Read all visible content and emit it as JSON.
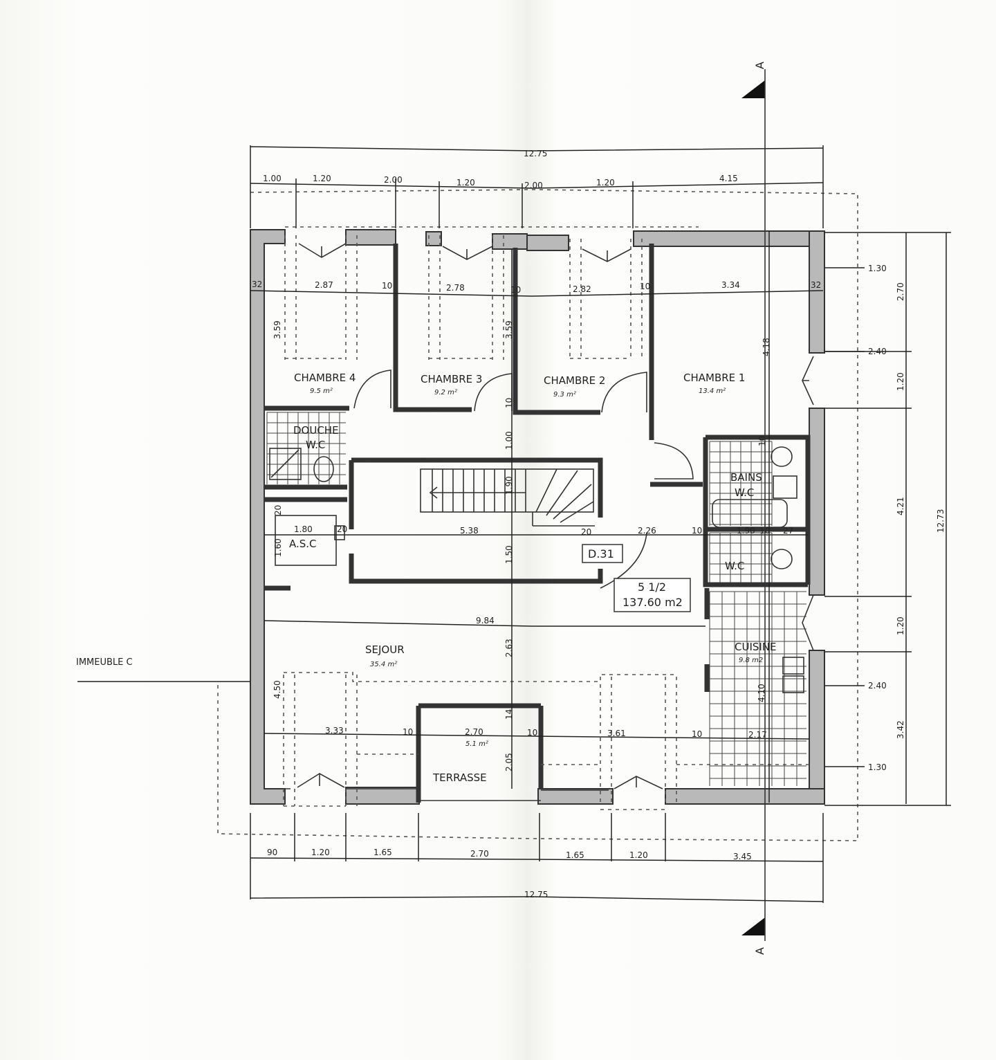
{
  "rooms": [
    {
      "name": "CHAMBRE 4",
      "area": "9.5 m²"
    },
    {
      "name": "CHAMBRE 3",
      "area": "9.2 m²"
    },
    {
      "name": "CHAMBRE 2",
      "area": "9.3 m²"
    },
    {
      "name": "CHAMBRE 1",
      "area": "13.4 m²"
    },
    {
      "name": "DOUCHE",
      "name2": "W.C"
    },
    {
      "name": "A.S.C"
    },
    {
      "name": "BAINS",
      "name2": "W.C"
    },
    {
      "name": "W.C"
    },
    {
      "name": "SEJOUR",
      "area": "35.4 m²"
    },
    {
      "name": "CUISINE",
      "area": "9.8 m2"
    },
    {
      "name": "TERRASSE",
      "area": "5.1 m²"
    }
  ],
  "apartment": {
    "code": "D.31",
    "type": "5 1/2",
    "area": "137.60 m2"
  },
  "building_label": "IMMEUBLE C",
  "section_marker": "A",
  "dims_top_total": "12.75",
  "dims_top": [
    "1.00",
    "1.20",
    "2.00",
    "1.20",
    "2.00",
    "1.20",
    "4.15"
  ],
  "dims_bottom_total": "12.75",
  "dims_bottom": [
    "90",
    "1.20",
    "1.65",
    "2.70",
    "1.65",
    "1.20",
    "3.45"
  ],
  "dims_right_total": "12.73",
  "dims_right": [
    "2.70",
    "1.20",
    "4.21",
    "1.20",
    "3.42"
  ],
  "dims_right_marks": [
    "1.30",
    "2.40",
    "2.40",
    "1.30"
  ],
  "dims_inner_top": [
    "32",
    "2.87",
    "10",
    "2.78",
    "10",
    "2.82",
    "10",
    "3.34",
    "32"
  ],
  "dims_inner_mid": [
    "1.80",
    "20",
    "5.38",
    "20",
    "2.26",
    "10",
    "1.90",
    "10",
    "27"
  ],
  "dims_inner_low": [
    "3.33",
    "10",
    "2.70",
    "10",
    "3.61",
    "10",
    "2.17"
  ],
  "dims_inner_row2": [
    "9.84"
  ],
  "dims_vertical": [
    "3.59",
    "3.59",
    "4.18",
    "1.00",
    "10",
    "1.90",
    "1.50",
    "2.63",
    "2.05",
    "14",
    "4.50",
    "1.60",
    "4.10",
    "20",
    "10"
  ]
}
